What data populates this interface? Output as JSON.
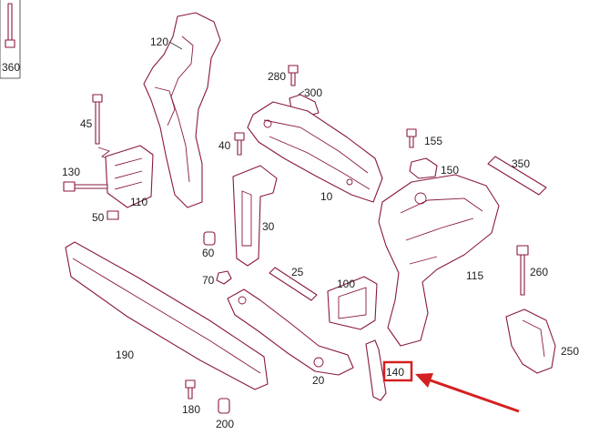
{
  "diagram": {
    "colors": {
      "part_stroke": "#8a1a3c",
      "highlight": "#d42020",
      "label": "#1e1e1e"
    },
    "highlighted_part": "140",
    "labels": {
      "p360": "360",
      "p120": "120",
      "p280": "280",
      "p300": "300",
      "p45": "45",
      "p40": "40",
      "p155": "155",
      "p130": "130",
      "p150": "150",
      "p350": "350",
      "p110": "110",
      "p10": "10",
      "p50": "50",
      "p30": "30",
      "p60": "60",
      "p25": "25",
      "p115": "115",
      "p260": "260",
      "p70": "70",
      "p100": "100",
      "p190": "190",
      "p250": "250",
      "p140": "140",
      "p20": "20",
      "p180": "180",
      "p200": "200"
    }
  }
}
